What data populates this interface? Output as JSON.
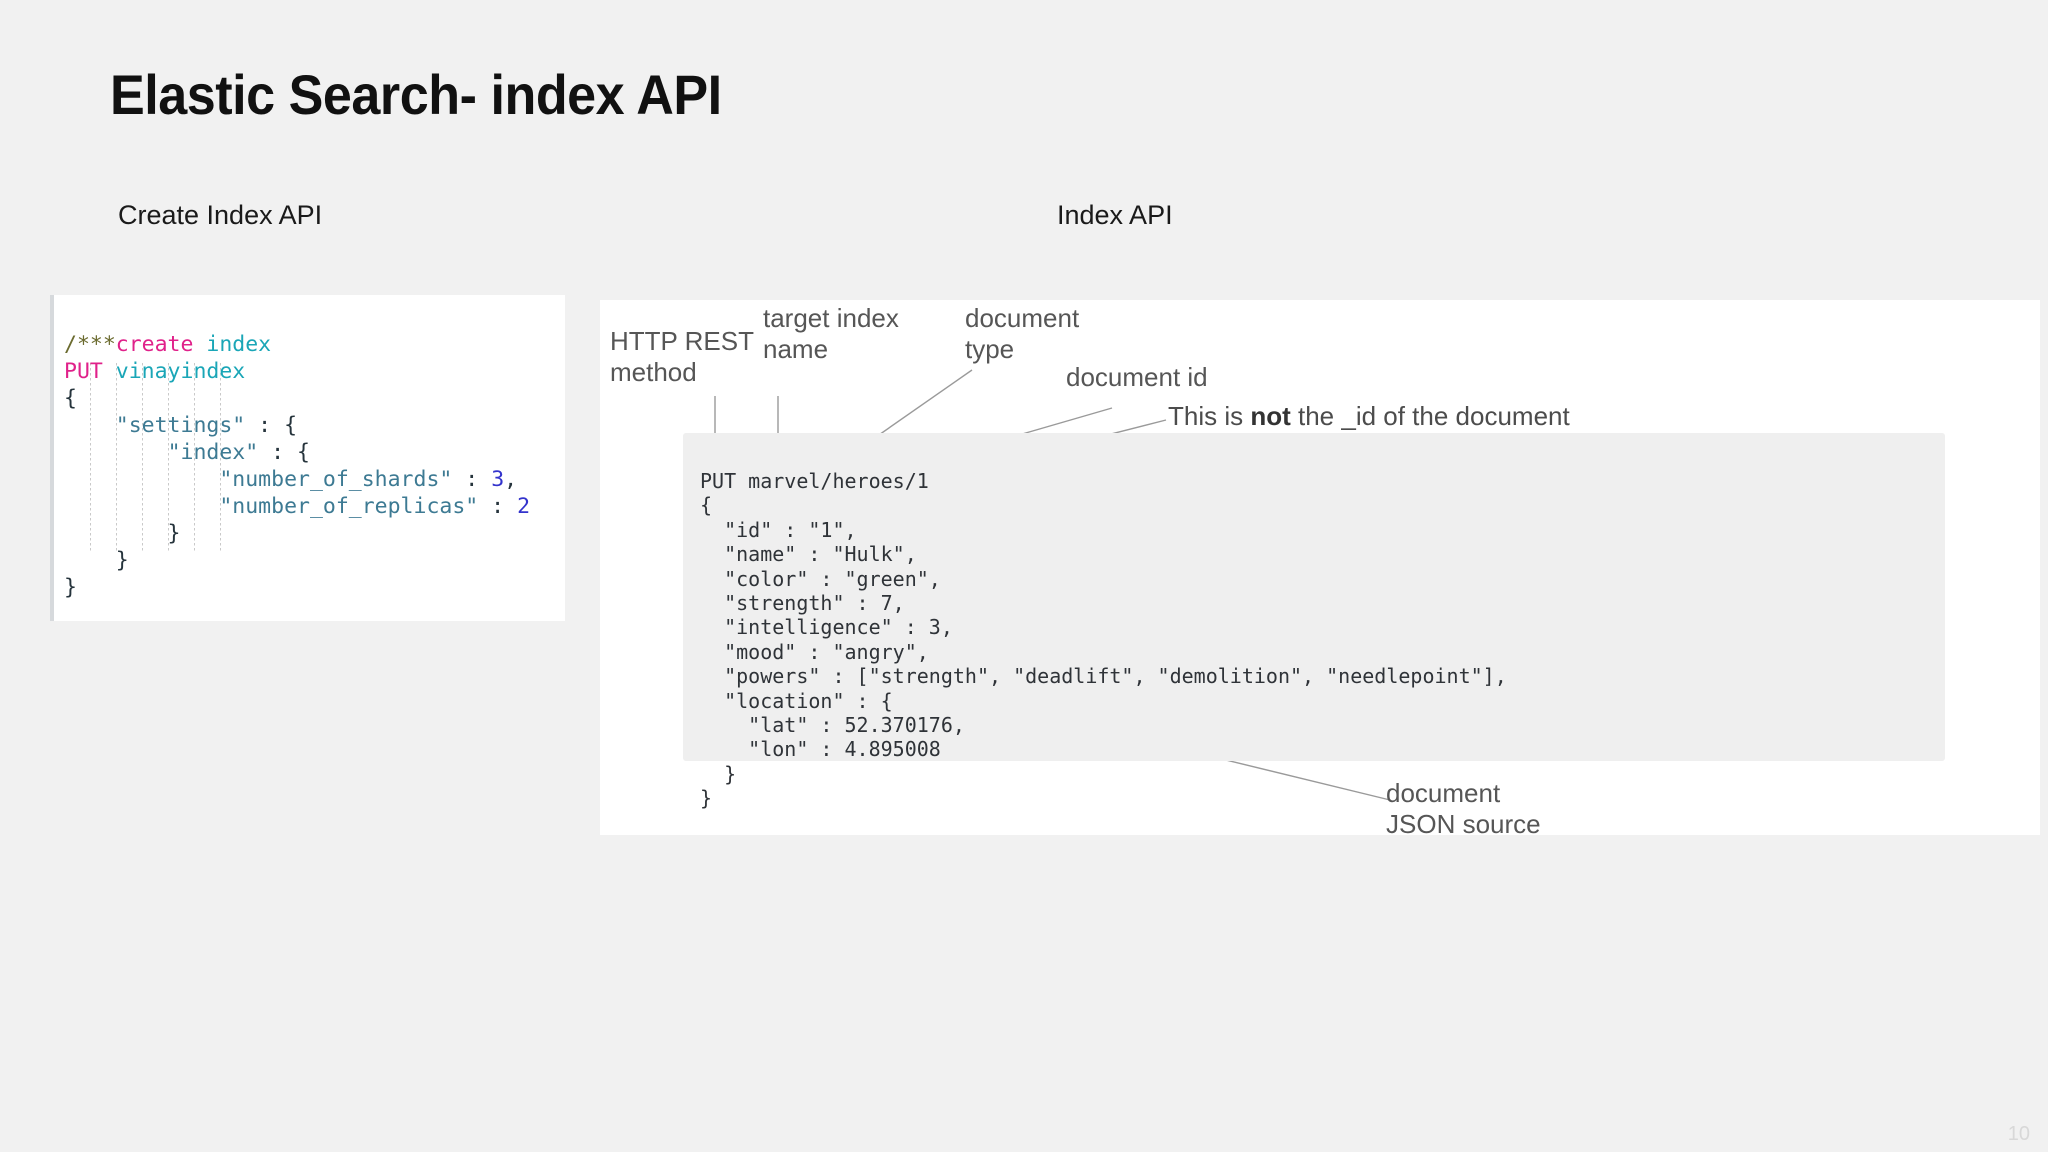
{
  "slide": {
    "title": "Elastic Search- index API",
    "page_number": "10",
    "background_color": "#f1f1f1"
  },
  "left_panel": {
    "caption": "Create Index API",
    "code_lines": [
      [
        {
          "t": "/***",
          "c": "comment"
        },
        {
          "t": "create ",
          "c": "kw"
        },
        {
          "t": "index",
          "c": "ident"
        }
      ],
      [
        {
          "t": "PUT ",
          "c": "kw"
        },
        {
          "t": "vinayindex",
          "c": "ident"
        }
      ],
      [
        {
          "t": "{",
          "c": "punct"
        }
      ],
      [
        {
          "t": "    ",
          "c": "punct"
        },
        {
          "t": "\"settings\"",
          "c": "key"
        },
        {
          "t": " : {",
          "c": "punct"
        }
      ],
      [
        {
          "t": "        ",
          "c": "punct"
        },
        {
          "t": "\"index\"",
          "c": "key"
        },
        {
          "t": " : {",
          "c": "punct"
        }
      ],
      [
        {
          "t": "            ",
          "c": "punct"
        },
        {
          "t": "\"number_of_shards\"",
          "c": "key"
        },
        {
          "t": " : ",
          "c": "punct"
        },
        {
          "t": "3",
          "c": "num"
        },
        {
          "t": ",",
          "c": "punct"
        }
      ],
      [
        {
          "t": "            ",
          "c": "punct"
        },
        {
          "t": "\"number_of_replicas\"",
          "c": "key"
        },
        {
          "t": " : ",
          "c": "punct"
        },
        {
          "t": "2",
          "c": "num"
        }
      ],
      [
        {
          "t": "        }",
          "c": "punct"
        }
      ],
      [
        {
          "t": "    }",
          "c": "punct"
        }
      ],
      [
        {
          "t": "}",
          "c": "punct"
        }
      ]
    ],
    "syntax_colors": {
      "comment": "#6b6b2f",
      "keyword": "#e0218a",
      "identifier": "#1aa6b7",
      "json_key": "#3d7a93",
      "punctuation": "#26343c",
      "number": "#3333cc"
    }
  },
  "right_panel": {
    "caption": "Index API",
    "annotations": [
      {
        "key": "http_rest_method",
        "text": "HTTP REST\nmethod"
      },
      {
        "key": "target_index_name",
        "text": "target index\nname"
      },
      {
        "key": "document_type",
        "text": "document\ntype"
      },
      {
        "key": "document_id",
        "text": "document id"
      },
      {
        "key": "document_json_source",
        "text": "document\nJSON source"
      }
    ],
    "not_id_note": {
      "prefix": "This is ",
      "emphasis": "not",
      "suffix": " the _id of the document"
    },
    "code": "PUT marvel/heroes/1\n{\n  \"id\" : \"1\",\n  \"name\" : \"Hulk\",\n  \"color\" : \"green\",\n  \"strength\" : 7,\n  \"intelligence\" : 3,\n  \"mood\" : \"angry\",\n  \"powers\" : [\"strength\", \"deadlift\", \"demolition\", \"needlepoint\"],\n  \"location\" : {\n    \"lat\" : 52.370176,\n    \"lon\" : 4.895008\n  }\n}"
  }
}
